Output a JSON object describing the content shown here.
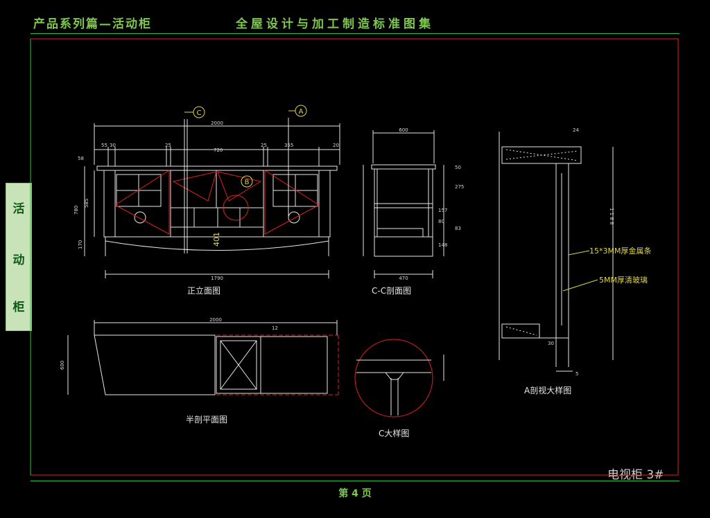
{
  "header": {
    "left_title": "产品系列篇—活动柜",
    "center_title": "全屋设计与加工制造标准图集"
  },
  "side_tab": [
    "活",
    "动",
    "柜"
  ],
  "footer": {
    "page_label": "第 4 页",
    "sheet_title": "电视柜  3#"
  },
  "views": {
    "front_elevation": "正立面图",
    "section_cc": "C-C剖面图",
    "half_plan": "半剖平面图",
    "detail_c": "C大样图",
    "detail_a": "A剖视大样图"
  },
  "callouts": {
    "section_c": "C",
    "section_a": "A",
    "detail_b": "B"
  },
  "annotations": {
    "metal_strip": "15*3MM厚金属条",
    "glass": "5MM厚清玻璃",
    "center_dim": "401"
  },
  "dimensions": {
    "front_overall": "2000",
    "front_sub": [
      "58",
      "55",
      "30",
      "25",
      "720",
      "25",
      "355",
      "20"
    ],
    "front_bottom": "1790",
    "front_height": "780",
    "front_height_inner": "585",
    "front_leg": "170",
    "section_width": "600",
    "section_bottom": "470",
    "section_right": [
      "50",
      "275",
      "157",
      "80",
      "83",
      "148"
    ],
    "plan_width": "2000",
    "plan_depth": "600",
    "plan_small": "12",
    "detail_a_top": "24",
    "detail_a_side": "1 1 8 8",
    "detail_a_bottom": [
      "30",
      "5"
    ]
  },
  "colors": {
    "frame_red": "#e02020",
    "rule_green": "#29c23a",
    "text_yellow": "#e0d640",
    "line_white": "#e8e8e8"
  }
}
